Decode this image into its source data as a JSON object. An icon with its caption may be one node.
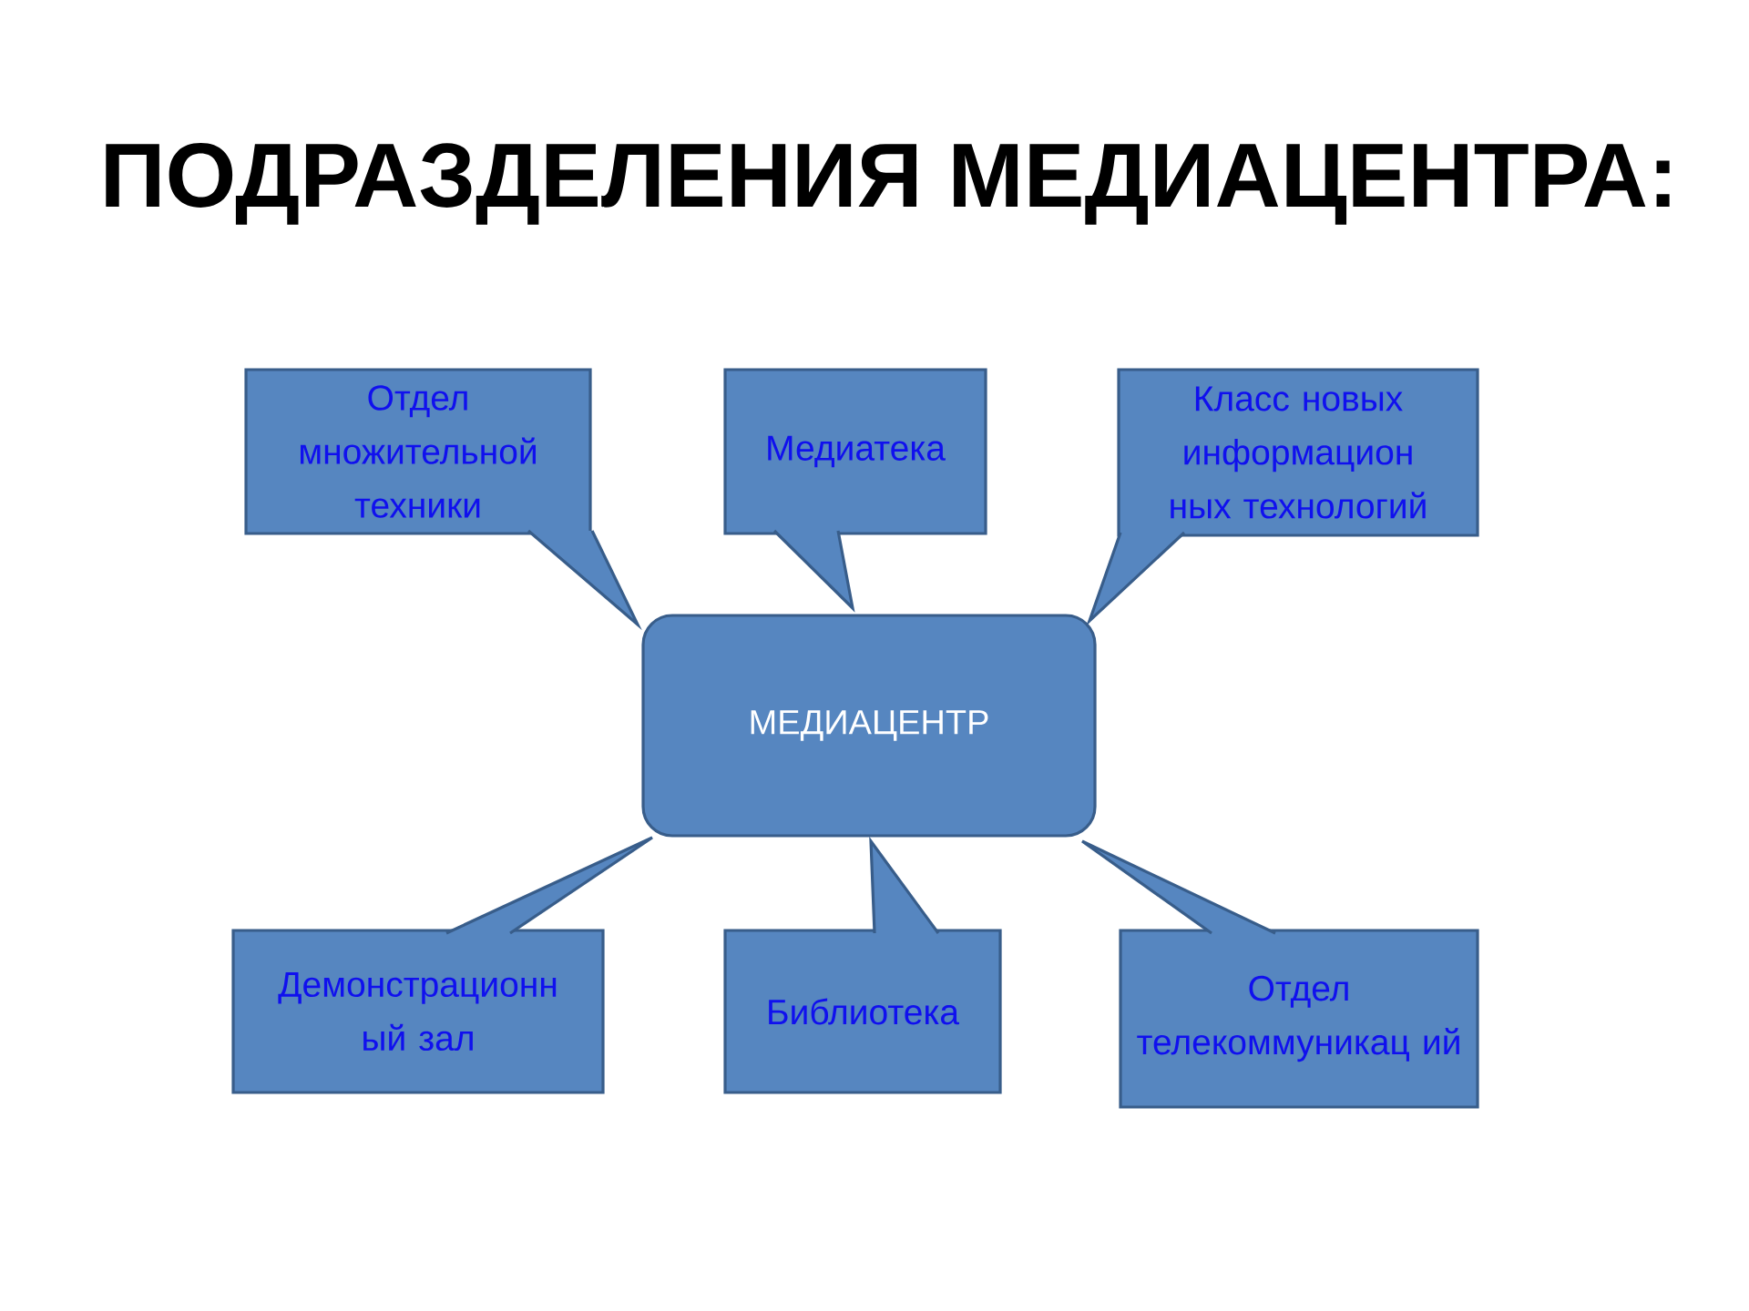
{
  "diagram": {
    "title": "ПОДРАЗДЕЛЕНИЯ МЕДИАЦЕНТРА:",
    "nodes": [
      {
        "text": [
          "МЕДИАЦЕНТР"
        ]
      },
      {
        "text": [
          "Отдел множительной техники"
        ]
      },
      {
        "text": [
          "Медиатека"
        ]
      },
      {
        "text": [
          "Класс новых информацион ных технологий"
        ]
      },
      {
        "text": [
          "Демонстрационн ый зал"
        ]
      },
      {
        "text": [
          "Библиотека"
        ]
      },
      {
        "text": [
          "Отдел телекоммуникац ий"
        ]
      }
    ]
  }
}
